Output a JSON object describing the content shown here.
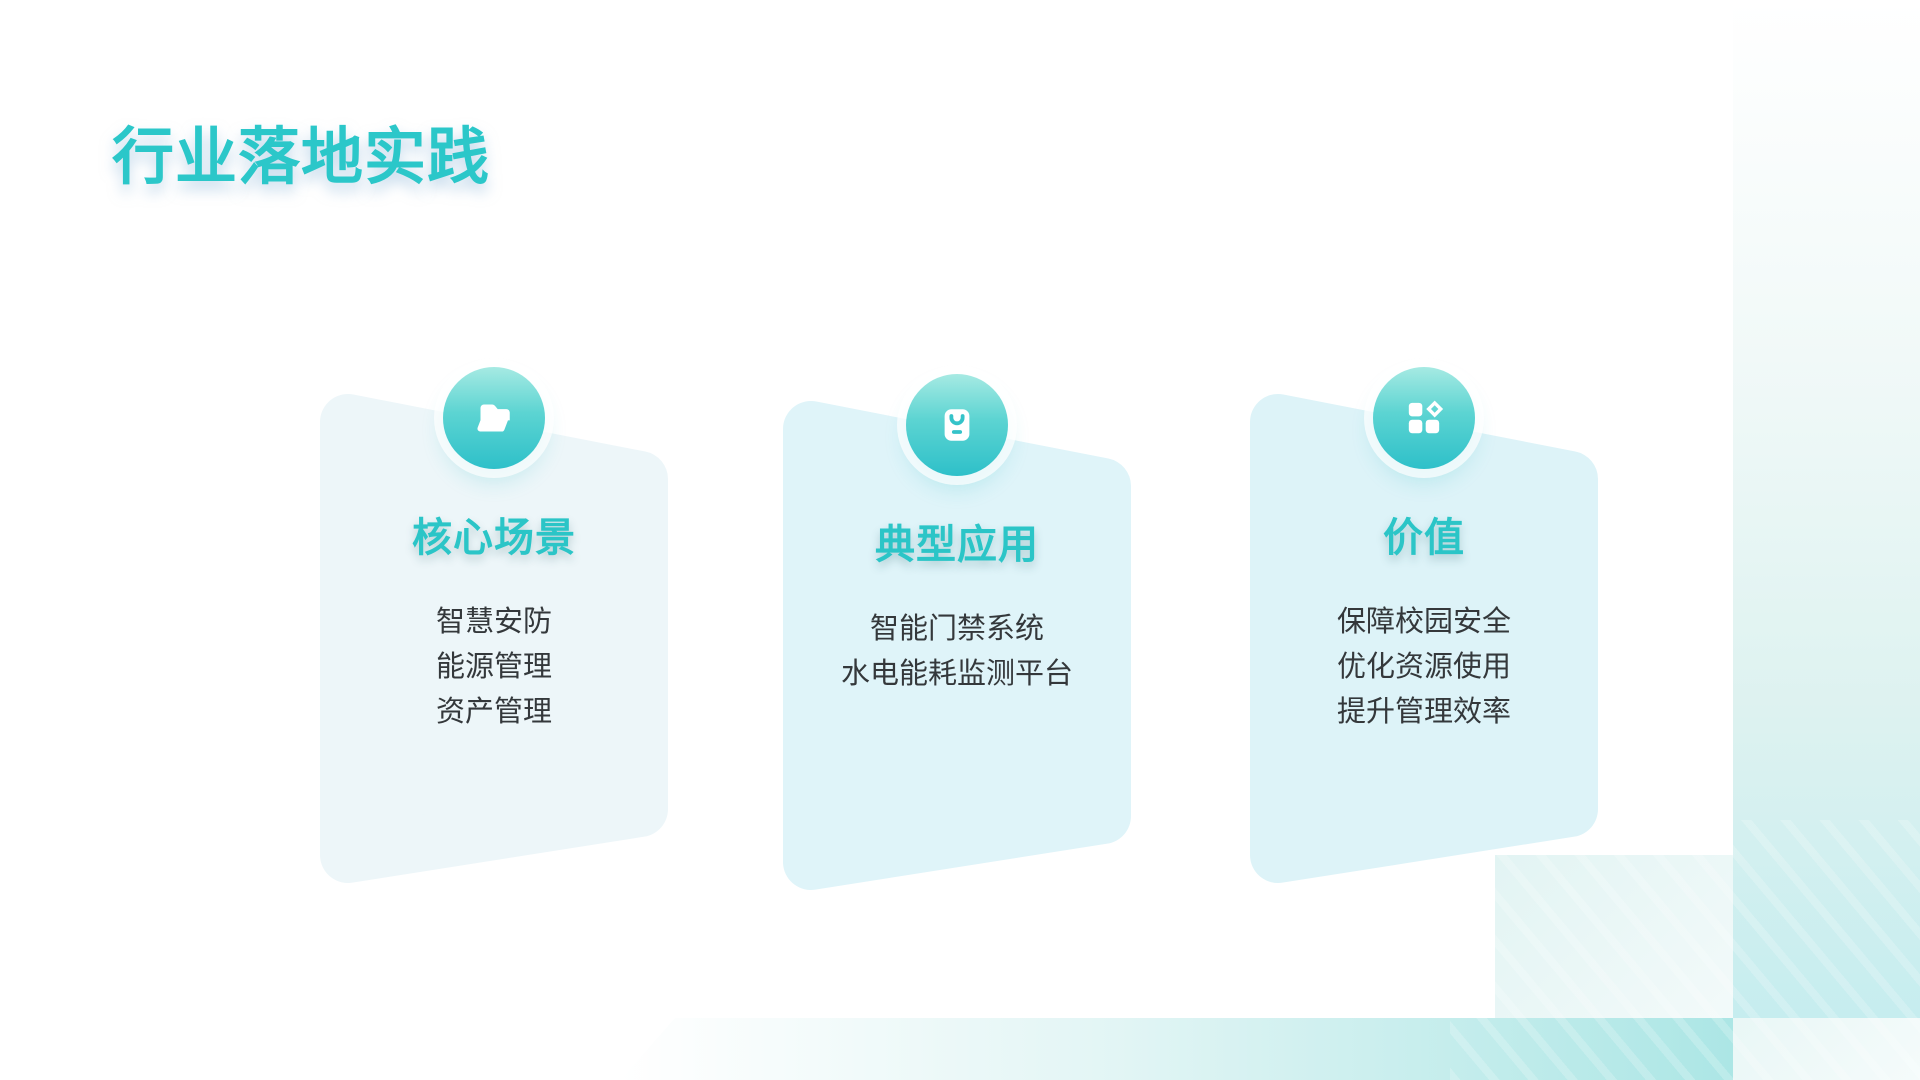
{
  "slide": {
    "title": "行业落地实践",
    "cards": [
      {
        "icon": "folder-icon",
        "heading": "核心场景",
        "items": [
          "智慧安防",
          "能源管理",
          "资产管理"
        ]
      },
      {
        "icon": "shopping-bag-icon",
        "heading": "典型应用",
        "items": [
          "智能门禁系统",
          "水电能耗监测平台"
        ]
      },
      {
        "icon": "apps-grid-icon",
        "heading": "价值",
        "items": [
          "保障校园安全",
          "优化资源使用",
          "提升管理效率"
        ]
      }
    ],
    "colors": {
      "accent_teal": "#2BC7C9",
      "icon_gradient_top": "#A6EAE3",
      "icon_gradient_bottom": "#2EC0C9",
      "card_bg_1": "#EDF6F9",
      "card_bg_2": "#DFF4F9",
      "card_bg_3": "#DDF3F8",
      "band_teal": "#C6EDEF",
      "deep_teal": "#ACE6E5",
      "light_square": "#EFF8F9",
      "body_text": "#34383B"
    }
  }
}
